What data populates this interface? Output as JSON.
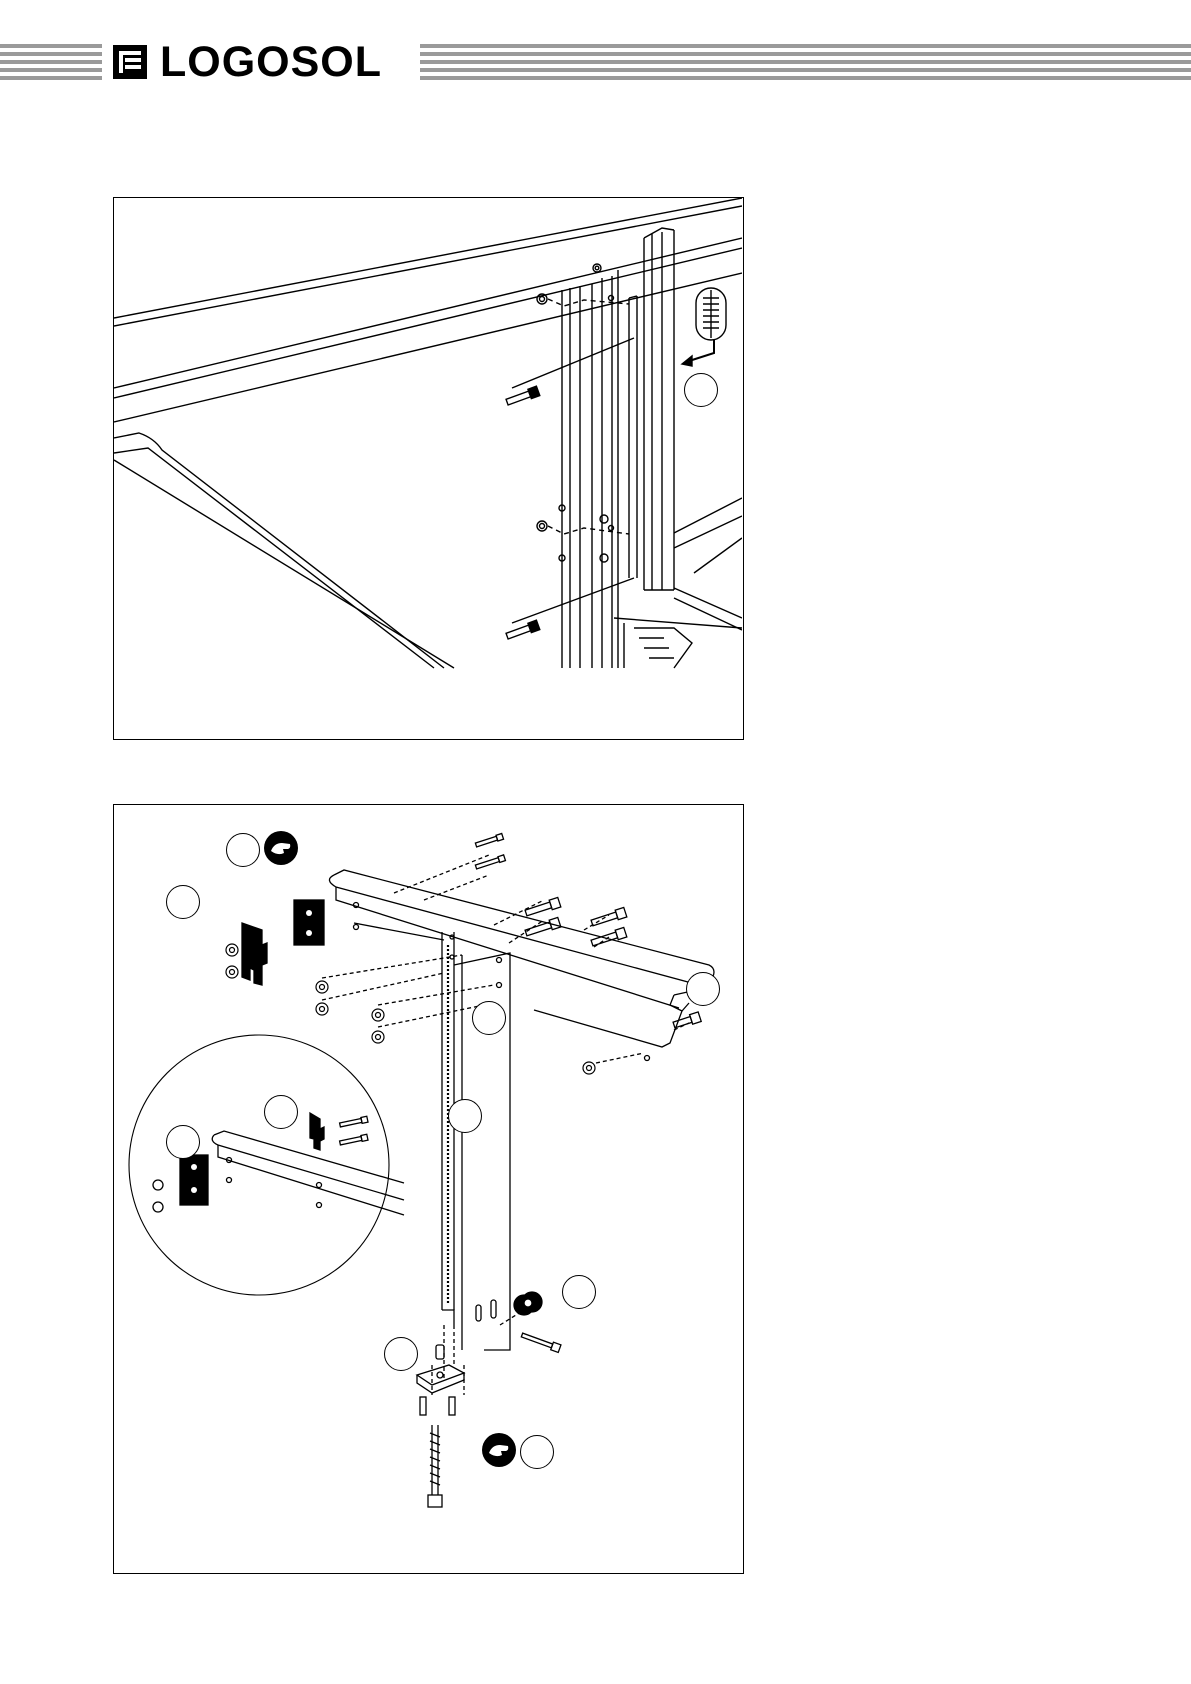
{
  "header": {
    "brand": "LOGOSOL"
  },
  "colors": {
    "stripe": "#9a9a9a",
    "ink": "#000000",
    "paper": "#ffffff"
  },
  "figures": [
    {
      "icons": [
        "measuring-scale-icon"
      ],
      "callouts": 1
    },
    {
      "icons": [
        "hand-note-icon",
        "hand-note-icon"
      ],
      "callouts": 11
    }
  ]
}
